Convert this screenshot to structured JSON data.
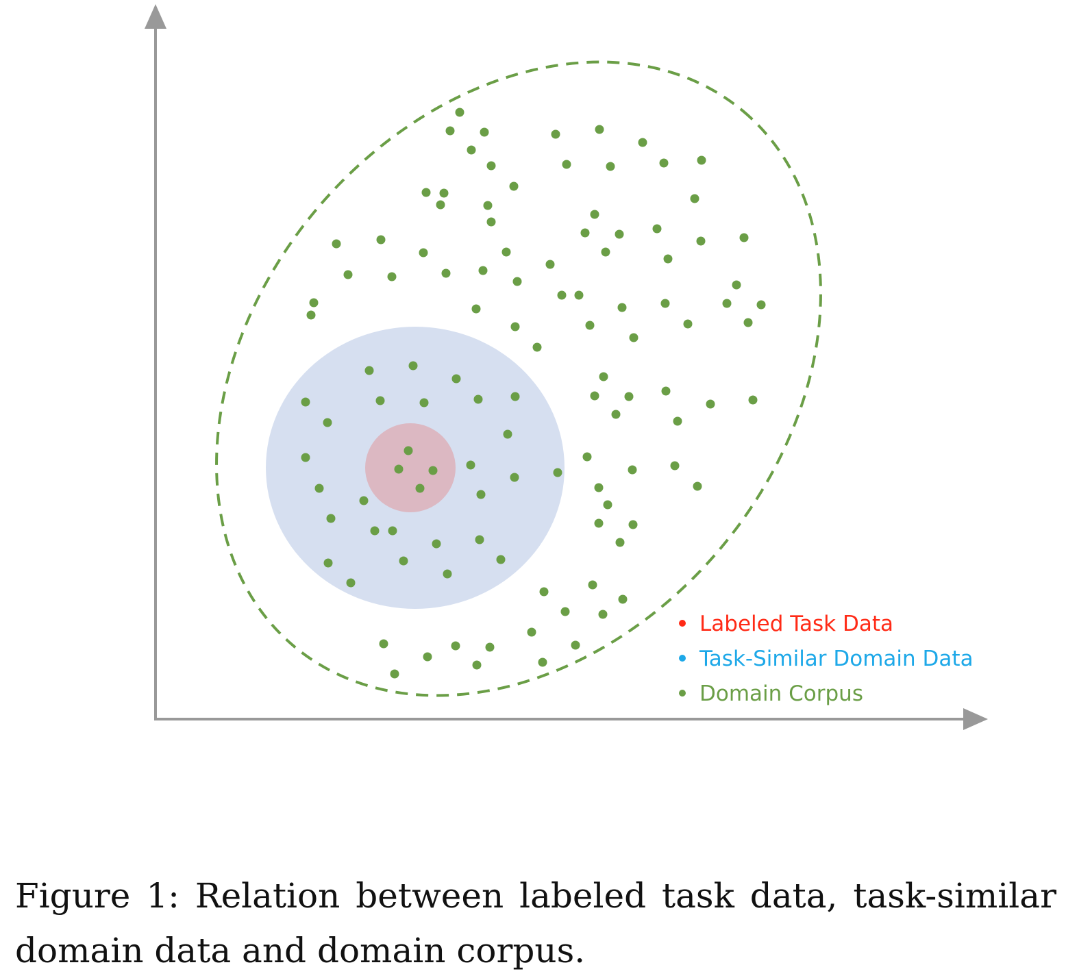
{
  "colors": {
    "axis": "#999999",
    "corpus": "#6a9e46",
    "similar_fill": "#d6dff0",
    "labeled_fill": "#dcb8c2",
    "labeled_text": "#ff2a16",
    "similar_text": "#1da8e8"
  },
  "legend": [
    {
      "label": "Labeled Task Data",
      "color": "#ff2a16"
    },
    {
      "label": "Task-Similar Domain Data",
      "color": "#1da8e8"
    },
    {
      "label": "Domain Corpus",
      "color": "#6a9e46"
    }
  ],
  "caption": "Figure 1: Relation between labeled task data, task-similar domain data and domain corpus."
}
